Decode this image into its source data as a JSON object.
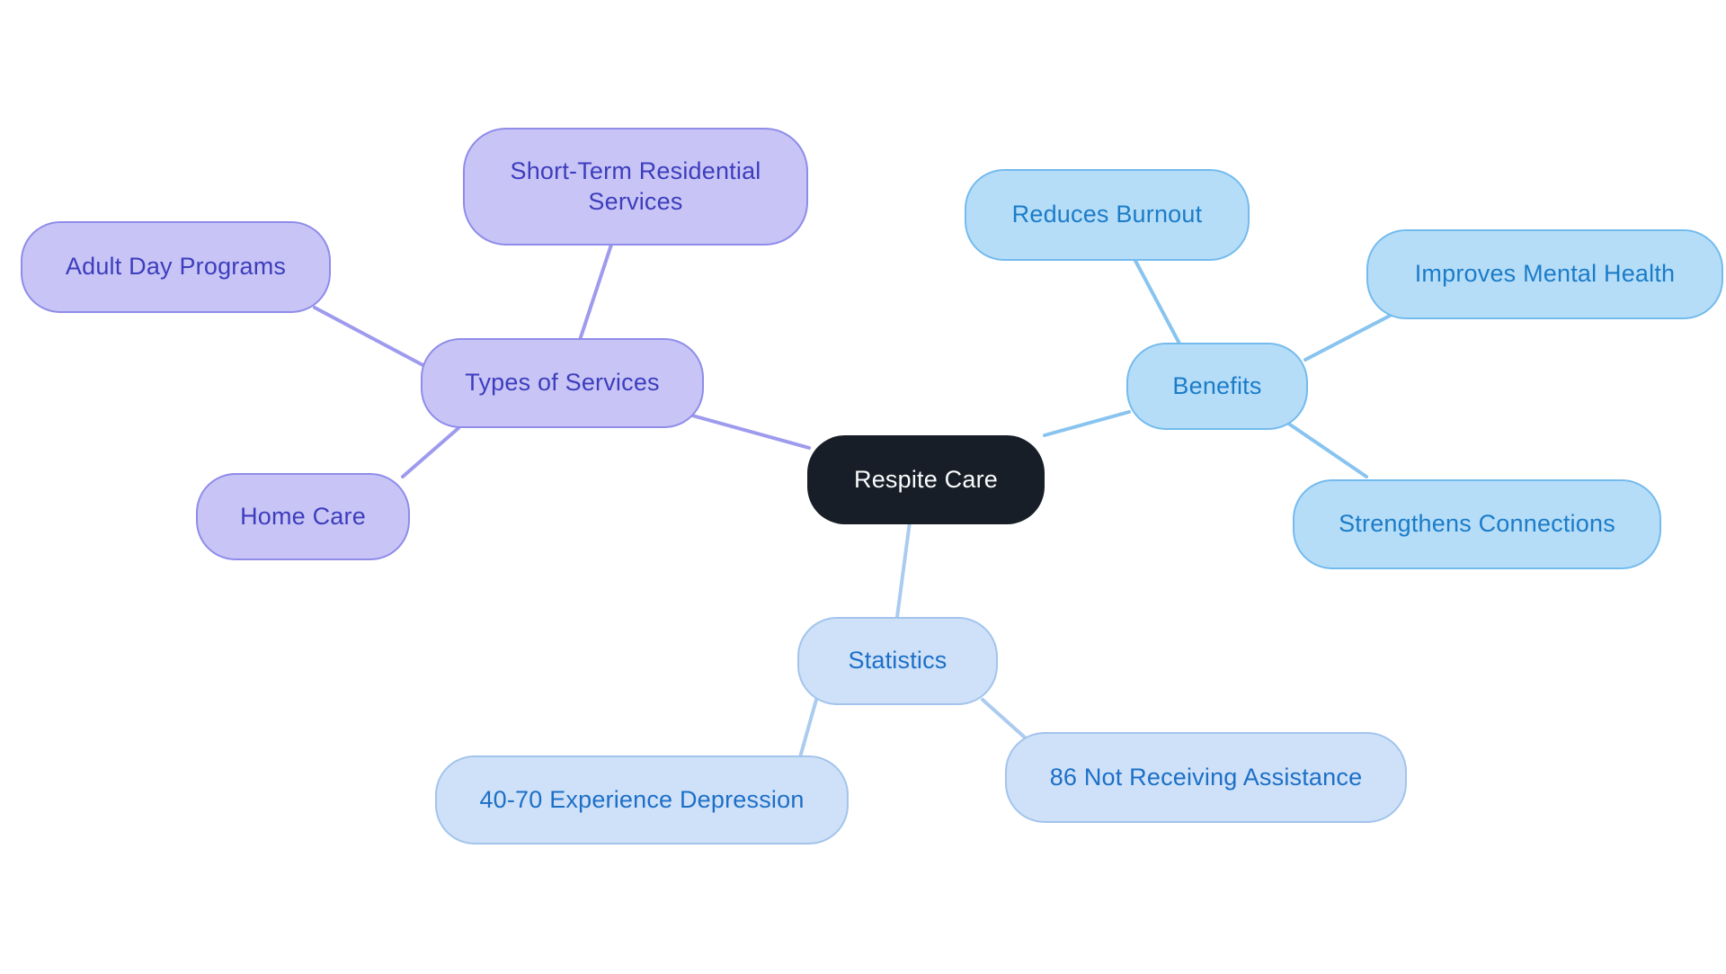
{
  "diagram": {
    "type": "mindmap",
    "background": "#ffffff"
  },
  "mindmap": {
    "root": {
      "label": "Respite Care",
      "fill": "#181e27",
      "text_color": "#fafbfc"
    },
    "branches": [
      {
        "label": "Types of Services",
        "theme": {
          "fill": "#c8c5f6",
          "border": "#8f8cea",
          "text": "#3d3dbd",
          "edge": "#9e9bee"
        },
        "children": [
          {
            "label": "Adult Day Programs"
          },
          {
            "label": "Short-Term Residential Services"
          },
          {
            "label": "Home Care"
          }
        ]
      },
      {
        "label": "Benefits",
        "theme": {
          "fill": "#b6ddf8",
          "border": "#74bbed",
          "text": "#1b7cc8",
          "edge": "#88c4ef"
        },
        "children": [
          {
            "label": "Reduces Burnout"
          },
          {
            "label": "Improves Mental Health"
          },
          {
            "label": "Strengthens Connections"
          }
        ]
      },
      {
        "label": "Statistics",
        "theme": {
          "fill": "#cee1f8",
          "border": "#a3c4ec",
          "text": "#1d6fc7",
          "edge": "#abcbef"
        },
        "children": [
          {
            "label": "40-70 Experience Depression"
          },
          {
            "label": "86 Not Receiving Assistance"
          }
        ]
      }
    ]
  }
}
